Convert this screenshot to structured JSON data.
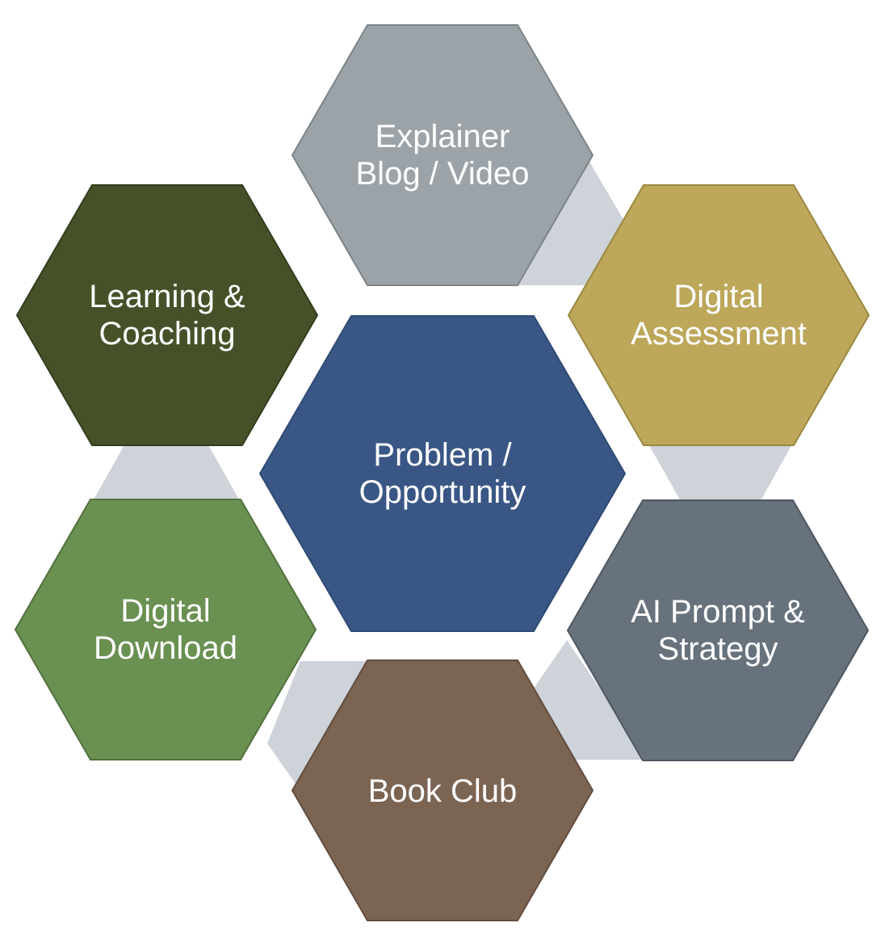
{
  "colors": {
    "background": "#FFFFFF",
    "connector": "#CED3DA",
    "text": "#FFFFFF"
  },
  "hexagons": [
    {
      "id": "problem-opportunity",
      "lines": [
        "Problem /",
        "Opportunity"
      ],
      "fill": "#3A5685",
      "stroke": "#2F4A74"
    },
    {
      "id": "explainer-blog-video",
      "lines": [
        "Explainer",
        "Blog / Video"
      ],
      "fill": "#9CA3A8",
      "stroke": "#7D8488"
    },
    {
      "id": "digital-assessment",
      "lines": [
        "Digital",
        "Assessment"
      ],
      "fill": "#BCA75A",
      "stroke": "#9A8941"
    },
    {
      "id": "learning-coaching",
      "lines": [
        "Learning &",
        "Coaching"
      ],
      "fill": "#455229",
      "stroke": "#333D1E"
    },
    {
      "id": "digital-download",
      "lines": [
        "Digital",
        "Download"
      ],
      "fill": "#6A9052",
      "stroke": "#52713E"
    },
    {
      "id": "ai-prompt-strategy",
      "lines": [
        "AI Prompt &",
        "Strategy"
      ],
      "fill": "#67727D",
      "stroke": "#4E5862"
    },
    {
      "id": "book-club",
      "lines": [
        "Book Club"
      ],
      "fill": "#7C6453",
      "stroke": "#614D3F"
    }
  ]
}
